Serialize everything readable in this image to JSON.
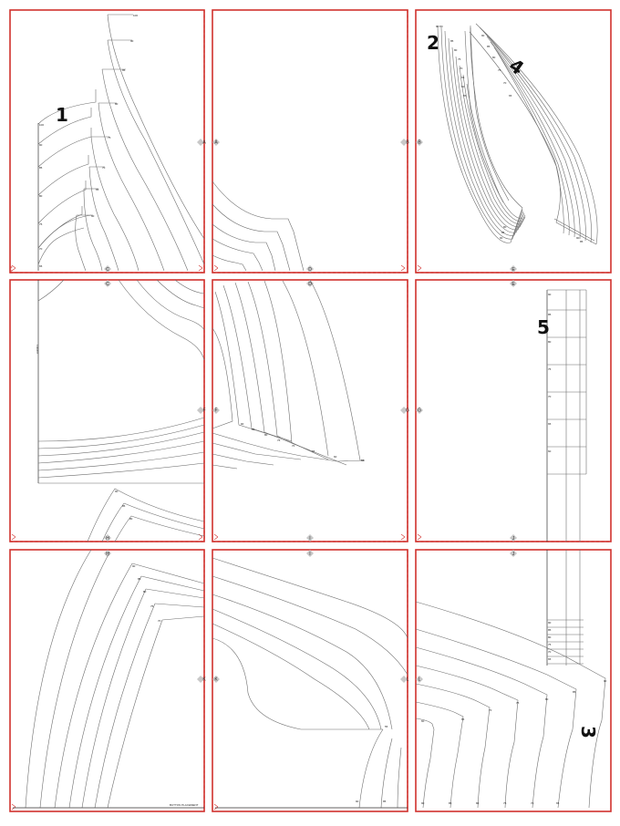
{
  "pattern_sheet": {
    "piece_numbers": [
      "1",
      "2",
      "3",
      "4",
      "5"
    ],
    "page_marks": [
      "A",
      "B",
      "C",
      "D",
      "E",
      "F",
      "G",
      "H",
      "I",
      "J",
      "K",
      "L"
    ],
    "colors": {
      "frame": "#d0312d",
      "line": "#6e6e6e"
    }
  }
}
